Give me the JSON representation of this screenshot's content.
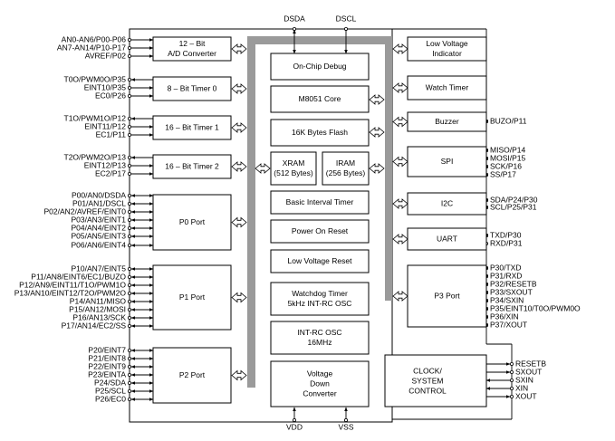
{
  "diagram": {
    "top_pins": [
      "DSDA",
      "DSCL"
    ],
    "bottom_pins": [
      "VDD",
      "VSS"
    ],
    "left_blocks": [
      {
        "id": "adc",
        "lines": [
          "12 – Bit",
          "A/D Converter"
        ],
        "pins": [
          {
            "label": "AN0-AN6/P00-P06",
            "dir": "in"
          },
          {
            "label": "AN7-AN14/P10-P17",
            "dir": "in"
          },
          {
            "label": "AVREF/P02",
            "dir": "in"
          }
        ]
      },
      {
        "id": "timer0",
        "lines": [
          "8 – Bit Timer 0"
        ],
        "pins": [
          {
            "label": "T0O/PWM0O/P35",
            "dir": "out"
          },
          {
            "label": "EINT10/P35",
            "dir": "in"
          },
          {
            "label": "EC0/P26",
            "dir": "in"
          }
        ]
      },
      {
        "id": "timer1",
        "lines": [
          "16 – Bit Timer 1"
        ],
        "pins": [
          {
            "label": "T1O/PWM1O/P12",
            "dir": "out"
          },
          {
            "label": "EINT11/P12",
            "dir": "in"
          },
          {
            "label": "EC1/P11",
            "dir": "in"
          }
        ]
      },
      {
        "id": "timer2",
        "lines": [
          "16 – Bit Timer 2"
        ],
        "pins": [
          {
            "label": "T2O/PWM2O/P13",
            "dir": "out"
          },
          {
            "label": "EINT12/P13",
            "dir": "in"
          },
          {
            "label": "EC2/P17",
            "dir": "in"
          }
        ]
      },
      {
        "id": "p0",
        "lines": [
          "P0 Port"
        ],
        "pins": [
          {
            "label": "P00/AN0/DSDA",
            "dir": "bi"
          },
          {
            "label": "P01/AN1/DSCL",
            "dir": "bi"
          },
          {
            "label": "P02/AN2/AVREF/EINT0",
            "dir": "bi"
          },
          {
            "label": "P03/AN3/EINT1",
            "dir": "bi"
          },
          {
            "label": "P04/AN4/EINT2",
            "dir": "bi"
          },
          {
            "label": "P05/AN5/EINT3",
            "dir": "bi"
          },
          {
            "label": "P06/AN6/EINT4",
            "dir": "bi"
          }
        ]
      },
      {
        "id": "p1",
        "lines": [
          "P1 Port"
        ],
        "pins": [
          {
            "label": "P10/AN7/EINT5",
            "dir": "bi"
          },
          {
            "label": "P11/AN8/EINT6/EC1/BUZO",
            "dir": "bi"
          },
          {
            "label": "P12/AN9/EINT11/T1O/PWM1O",
            "dir": "bi"
          },
          {
            "label": "P13/AN10/EINT12/T2O/PWM2O",
            "dir": "bi"
          },
          {
            "label": "P14/AN11/MISO",
            "dir": "bi"
          },
          {
            "label": "P15/AN12/MOSI",
            "dir": "bi"
          },
          {
            "label": "P16/AN13/SCK",
            "dir": "bi"
          },
          {
            "label": "P17/AN14/EC2/SS",
            "dir": "bi"
          }
        ]
      },
      {
        "id": "p2",
        "lines": [
          "P2 Port"
        ],
        "pins": [
          {
            "label": "P20/EINT7",
            "dir": "bi"
          },
          {
            "label": "P21/EINT8",
            "dir": "bi"
          },
          {
            "label": "P22/EINT9",
            "dir": "bi"
          },
          {
            "label": "P23/EINTA",
            "dir": "bi"
          },
          {
            "label": "P24/SDA",
            "dir": "bi"
          },
          {
            "label": "P25/SCL",
            "dir": "bi"
          },
          {
            "label": "P26/EC0",
            "dir": "bi"
          }
        ]
      }
    ],
    "center_blocks": [
      {
        "id": "debug",
        "lines": [
          "On-Chip Debug"
        ]
      },
      {
        "id": "core",
        "lines": [
          "M8051 Core"
        ]
      },
      {
        "id": "flash",
        "lines": [
          "16K Bytes Flash"
        ]
      },
      {
        "id": "xram",
        "lines": [
          "XRAM",
          "(512 Bytes)"
        ]
      },
      {
        "id": "iram",
        "lines": [
          "IRAM",
          "(256 Bytes)"
        ]
      },
      {
        "id": "bit",
        "lines": [
          "Basic Interval Timer"
        ]
      },
      {
        "id": "por",
        "lines": [
          "Power On Reset"
        ]
      },
      {
        "id": "lvr",
        "lines": [
          "Low Voltage Reset"
        ]
      },
      {
        "id": "wdt",
        "lines": [
          "Watchdog Timer",
          "5kHz INT-RC OSC"
        ]
      },
      {
        "id": "rcosc",
        "lines": [
          "INT-RC OSC",
          "16MHz"
        ]
      },
      {
        "id": "vdc",
        "lines": [
          "Voltage",
          "Down",
          "Converter"
        ]
      }
    ],
    "right_blocks": [
      {
        "id": "lvi",
        "lines": [
          "Low Voltage",
          "Indicator"
        ],
        "pins": []
      },
      {
        "id": "wt",
        "lines": [
          "Watch Timer"
        ],
        "pins": []
      },
      {
        "id": "buzzer",
        "lines": [
          "Buzzer"
        ],
        "pins": [
          {
            "label": "BUZO/P11",
            "dir": "out"
          }
        ]
      },
      {
        "id": "spi",
        "lines": [
          "SPI"
        ],
        "pins": [
          {
            "label": "MISO/P14",
            "dir": "bi"
          },
          {
            "label": "MOSI/P15",
            "dir": "bi"
          },
          {
            "label": "SCK/P16",
            "dir": "bi"
          },
          {
            "label": "SS/P17",
            "dir": "bi"
          }
        ]
      },
      {
        "id": "i2c",
        "lines": [
          "I2C"
        ],
        "pins": [
          {
            "label": "SDA/P24/P30",
            "dir": "bi"
          },
          {
            "label": "SCL/P25/P31",
            "dir": "bi"
          }
        ]
      },
      {
        "id": "uart",
        "lines": [
          "UART"
        ],
        "pins": [
          {
            "label": "TXD/P30",
            "dir": "out"
          },
          {
            "label": "RXD/P31",
            "dir": "in"
          }
        ]
      },
      {
        "id": "p3",
        "lines": [
          "P3 Port"
        ],
        "pins": [
          {
            "label": "P30/TXD",
            "dir": "bi"
          },
          {
            "label": "P31/RXD",
            "dir": "bi"
          },
          {
            "label": "P32/RESETB",
            "dir": "bi"
          },
          {
            "label": "P33/SXOUT",
            "dir": "bi"
          },
          {
            "label": "P34/SXIN",
            "dir": "bi"
          },
          {
            "label": "P35/EINT10/T0O/PWM0O",
            "dir": "bi"
          },
          {
            "label": "P36/XIN",
            "dir": "bi"
          },
          {
            "label": "P37/XOUT",
            "dir": "bi"
          }
        ]
      },
      {
        "id": "clock",
        "lines": [
          "CLOCK/",
          "SYSTEM",
          "CONTROL"
        ],
        "pins": [
          {
            "label": "RESETB",
            "dir": "out"
          },
          {
            "label": "SXOUT",
            "dir": "out"
          },
          {
            "label": "SXIN",
            "dir": "in"
          },
          {
            "label": "XIN",
            "dir": "in"
          },
          {
            "label": "XOUT",
            "dir": "out"
          }
        ]
      }
    ]
  }
}
